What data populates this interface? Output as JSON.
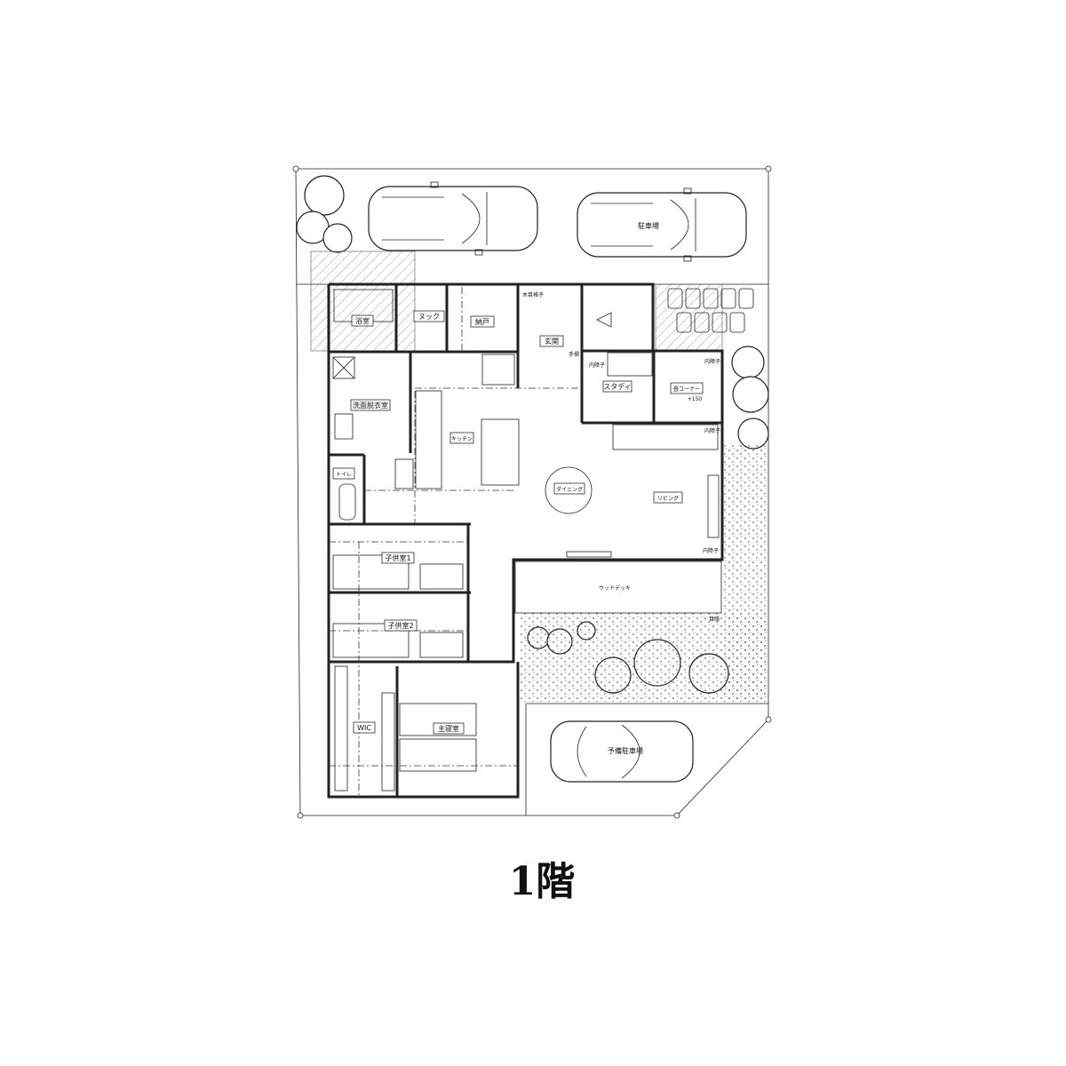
{
  "title": "1階",
  "rooms": {
    "bath": "浴室",
    "nook": "ヌック",
    "storage": "納戸",
    "entrance": "玄関",
    "study": "スタディ",
    "tatami": "畳コーナー",
    "tatami_note": "+150",
    "washroom": "洗面脱衣室",
    "kitchen": "キッチン",
    "dining": "ダイニング",
    "living": "リビング",
    "toilet": "トイレ",
    "child1": "子供室1",
    "child2": "子供室2",
    "wic": "WIC",
    "master": "主寝室",
    "deck": "ウッドデッキ",
    "parking": "駐車場",
    "spare_parking": "予備駐車場"
  },
  "notes": {
    "lattice_top": "木目格子",
    "handrail": "手摺",
    "inner_lattice": "内障子",
    "inner_shoji_a": "内障子",
    "inner_shoji_b": "内障子",
    "inner_shoji_c": "内障子",
    "fence": "目隠"
  }
}
